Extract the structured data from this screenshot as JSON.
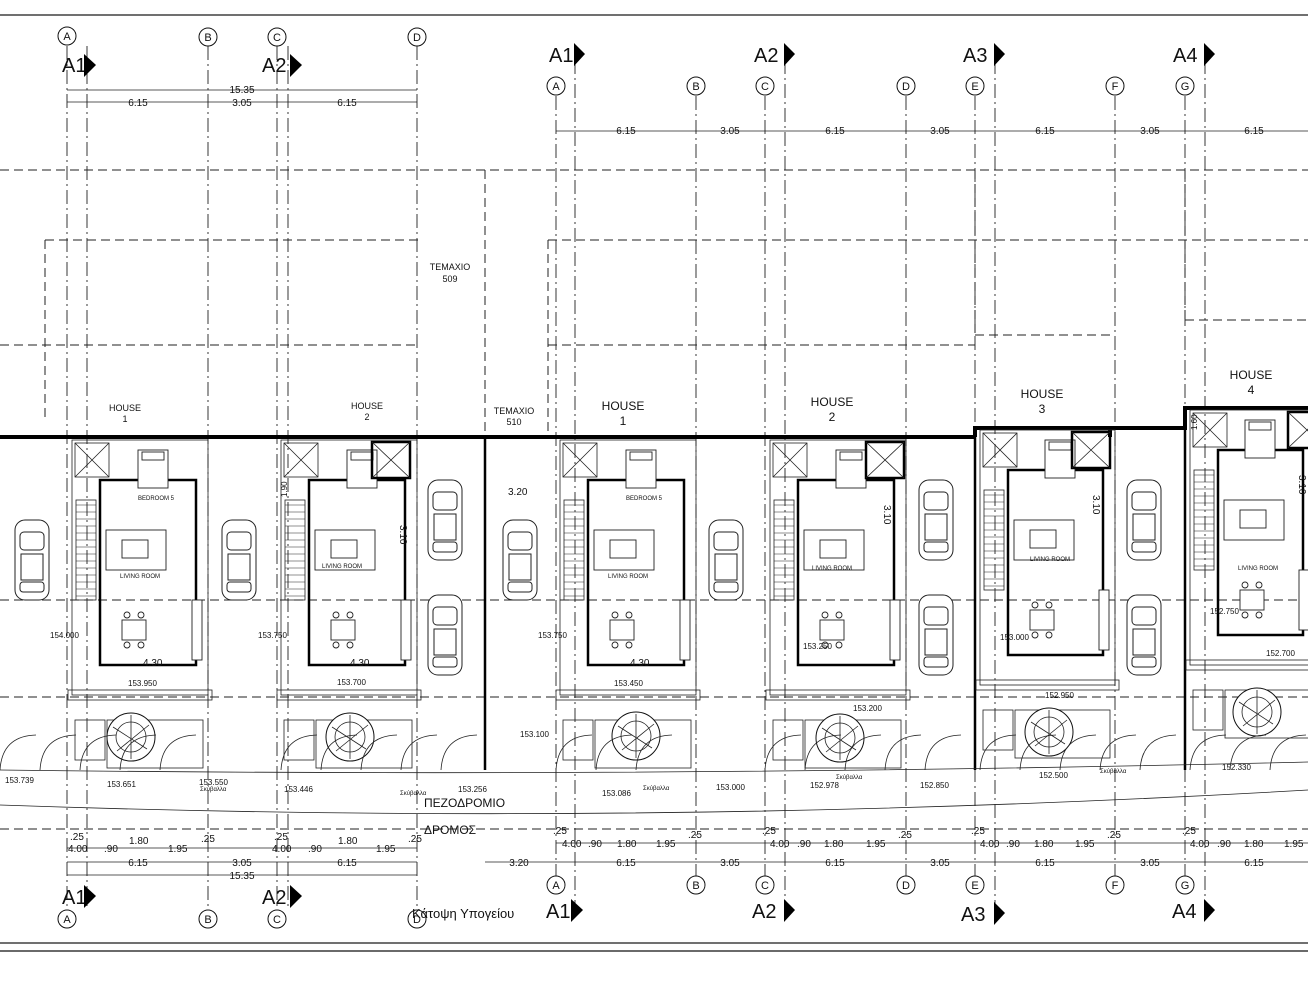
{
  "drawing": {
    "title": "Κάτοψη Υπογείου",
    "street_labels": {
      "sidewalk": "ΠΕΖΟΔΡΟΜΙΟ",
      "road": "ΔΡΟΜΟΣ"
    },
    "plots": [
      {
        "label": "ΤΕΜΑΧΙΟ",
        "number": "509"
      },
      {
        "label": "ΤΕΜΑΧΙΟ",
        "number": "510"
      }
    ],
    "houses_left": [
      {
        "label": "HOUSE",
        "number": "1"
      },
      {
        "label": "HOUSE",
        "number": "2"
      }
    ],
    "houses_right": [
      {
        "label": "HOUSE",
        "number": "1"
      },
      {
        "label": "HOUSE",
        "number": "2"
      },
      {
        "label": "HOUSE",
        "number": "3"
      },
      {
        "label": "HOUSE",
        "number": "4"
      }
    ],
    "section_markers": {
      "left_top": [
        "A1",
        "A2"
      ],
      "right_top": [
        "A1",
        "A2",
        "A3",
        "A4"
      ],
      "left_bottom": [
        "A1",
        "A2"
      ],
      "right_bottom": [
        "A1",
        "A2",
        "A3",
        "A4"
      ]
    },
    "grid_bubbles": {
      "left": [
        "A",
        "B",
        "C",
        "D"
      ],
      "right": [
        "A",
        "B",
        "C",
        "D",
        "E",
        "F",
        "G"
      ]
    },
    "dimensions": {
      "left_top_total": "15.35",
      "left_top_parts": [
        "6.15",
        "3.05",
        "6.15"
      ],
      "right_top_parts": [
        "6.15",
        "3.05",
        "6.15",
        "3.05",
        "6.15",
        "3.05",
        "6.15"
      ],
      "bottom_small": [
        ".25",
        "4.00",
        ".90",
        "1.80",
        "1.95",
        ".25"
      ],
      "left_bottom_parts": [
        "6.15",
        "3.05",
        "6.15"
      ],
      "left_bottom_total": "15.35",
      "right_bottom_parts": [
        "3.20",
        "6.15",
        "3.05",
        "6.15",
        "3.05",
        "6.15",
        "3.05",
        "6.15"
      ],
      "internal": [
        "3.10",
        "3.20",
        "4.30",
        "1.90",
        "1.60"
      ]
    },
    "levels": [
      "153.739",
      "153.651",
      "153.550",
      "153.446",
      "153.256",
      "153.100",
      "153.086",
      "153.000",
      "152.978",
      "152.850",
      "152.500",
      "152.330",
      "154.000",
      "153.750",
      "153.950",
      "153.700",
      "153.450",
      "153.250",
      "153.200",
      "152.950",
      "152.750",
      "152.700"
    ],
    "room_labels": [
      "BEDROOM 5",
      "LIVING ROOM",
      "Σκύβαλλα"
    ]
  }
}
